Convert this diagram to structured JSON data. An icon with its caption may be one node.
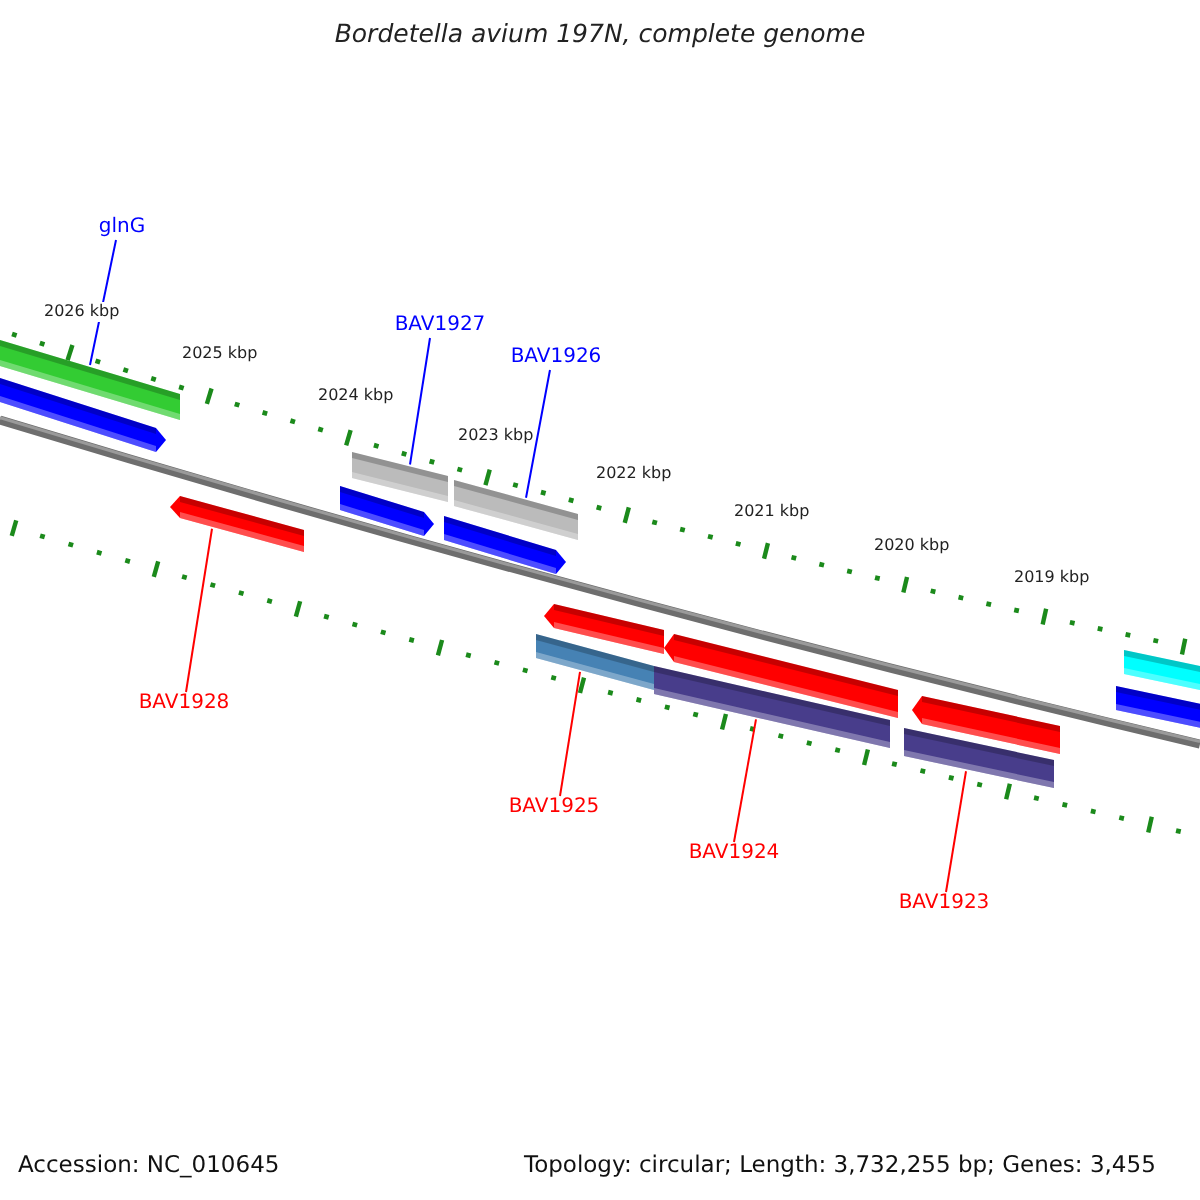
{
  "diagram": {
    "title": "Bordetella avium 197N, complete genome",
    "nodes": [
      {
        "text": [
          "glnG"
        ]
      },
      {
        "text": [
          "BAV1927"
        ]
      },
      {
        "text": [
          "BAV1926"
        ]
      },
      {
        "text": [],
        "shape": "bar"
      },
      {
        "text": [],
        "shape": "bar"
      },
      {
        "text": [],
        "shape": "bar"
      },
      {
        "text": [],
        "shape": "bar"
      },
      {
        "text": [],
        "shape": "bar"
      },
      {
        "text": [],
        "shape": "bar"
      },
      {
        "text": [],
        "shape": "bar"
      },
      {
        "text": [
          "BAV1928"
        ]
      },
      {
        "text": [
          "BAV1925"
        ]
      },
      {
        "text": [
          "BAV1924"
        ]
      },
      {
        "text": [
          "BAV1923"
        ]
      }
    ],
    "edges": [
      {
        "from": 0,
        "to": 3,
        "arrow": "none",
        "color": "#0000ff"
      },
      {
        "from": 1,
        "to": 4,
        "arrow": "none",
        "color": "#0000ff"
      },
      {
        "from": 2,
        "to": 5,
        "arrow": "none",
        "color": "#0000ff"
      },
      {
        "from": 10,
        "to": 6,
        "arrow": "none"
      },
      {
        "from": 11,
        "to": 7,
        "arrow": "none"
      },
      {
        "from": 12,
        "to": 8,
        "arrow": "none"
      },
      {
        "from": 13,
        "to": 9,
        "arrow": "none"
      }
    ],
    "labels": [
      "2026 kbp",
      "2025 kbp",
      "2024 kbp",
      "2023 kbp",
      "2022 kbp",
      "2021 kbp",
      "2020 kbp",
      "2019 kbp",
      "Accession: NC_010645",
      "Topology: circular; Length: 3,732,255 bp; Genes: 3,455"
    ]
  }
}
